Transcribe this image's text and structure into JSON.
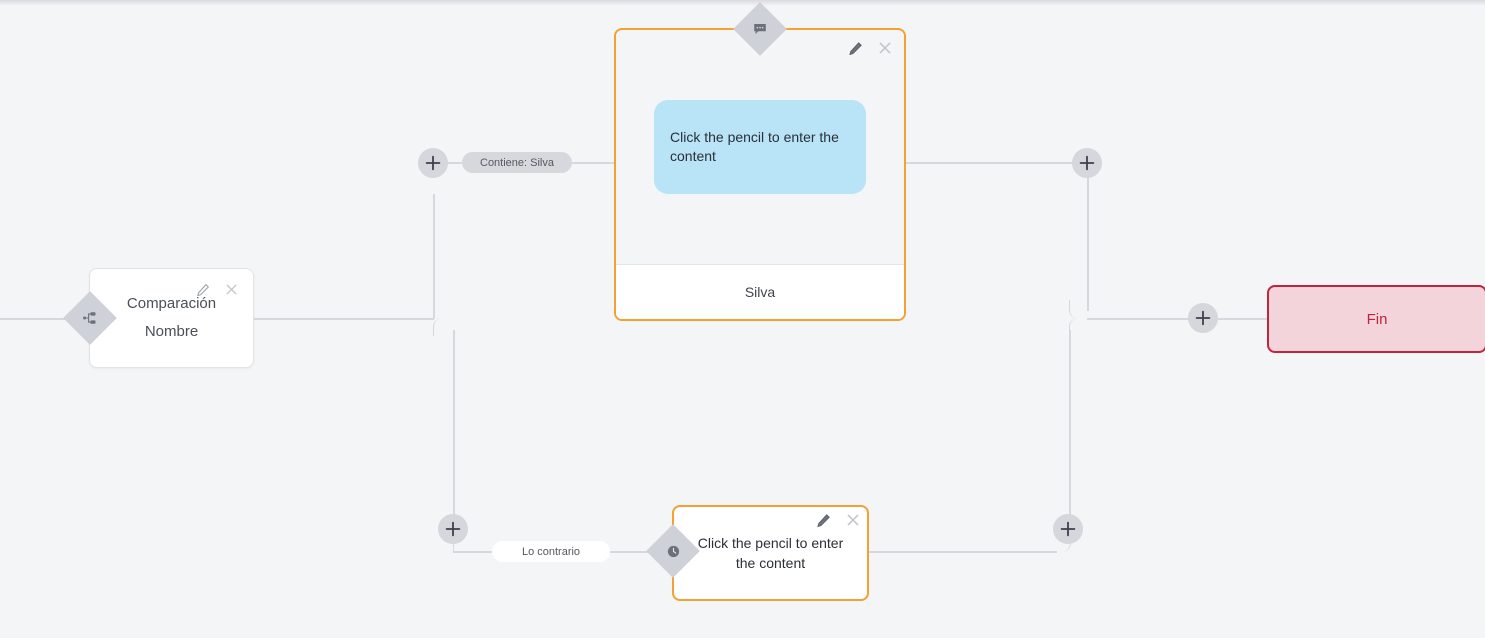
{
  "canvas": {
    "background_color": "#f4f5f7",
    "accent_orange": "#f5a033",
    "end_node_color": "#c0243f",
    "bubble_color": "#b9e3f7",
    "connector_color": "#d7d8dd"
  },
  "nodes": {
    "compare": {
      "title": "Comparación",
      "subtitle": "Nombre",
      "badge_icon": "branch-hierarchy-icon",
      "edit_icon": "pencil-icon",
      "close_icon": "close-icon"
    },
    "message": {
      "badge_icon": "message-bubble-icon",
      "bubble_text": "Click the pencil to enter the content",
      "footer_label": "Silva",
      "edit_icon": "pencil-icon",
      "close_icon": "close-icon"
    },
    "wait": {
      "badge_icon": "clock-icon",
      "text": "Click the pencil to enter the content",
      "edit_icon": "pencil-icon",
      "close_icon": "close-icon"
    },
    "end": {
      "label": "Fin"
    }
  },
  "edge_labels": {
    "contains": "Contiene: Silva",
    "otherwise": "Lo contrario"
  },
  "add_buttons": {
    "icon": "plus-icon",
    "items": [
      {
        "name": "add-step-branch-true-left"
      },
      {
        "name": "add-step-branch-true-right"
      },
      {
        "name": "add-step-branch-false-left"
      },
      {
        "name": "add-step-branch-false-right"
      },
      {
        "name": "add-step-before-end"
      }
    ]
  }
}
